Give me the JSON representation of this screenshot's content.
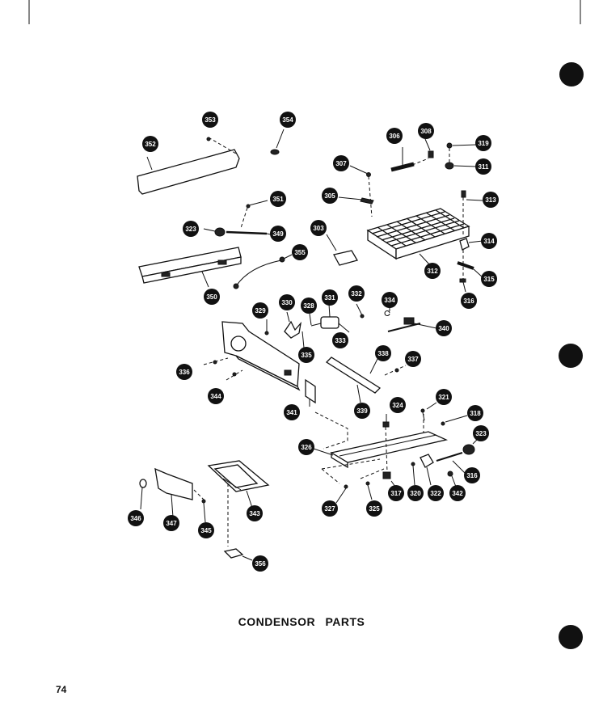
{
  "caption": "CONDENSOR PARTS",
  "page_number": "74",
  "callouts": [
    "352",
    "353",
    "354",
    "306",
    "308",
    "319",
    "307",
    "311",
    "305",
    "313",
    "351",
    "323",
    "349",
    "303",
    "314",
    "355",
    "312",
    "315",
    "350",
    "316",
    "332",
    "331",
    "334",
    "329",
    "330",
    "328",
    "333",
    "340",
    "335",
    "339",
    "337",
    "336",
    "344",
    "338",
    "321",
    "324",
    "341",
    "318",
    "323",
    "326",
    "316",
    "346",
    "347",
    "345",
    "343",
    "327",
    "325",
    "317",
    "320",
    "322",
    "342",
    "356"
  ]
}
